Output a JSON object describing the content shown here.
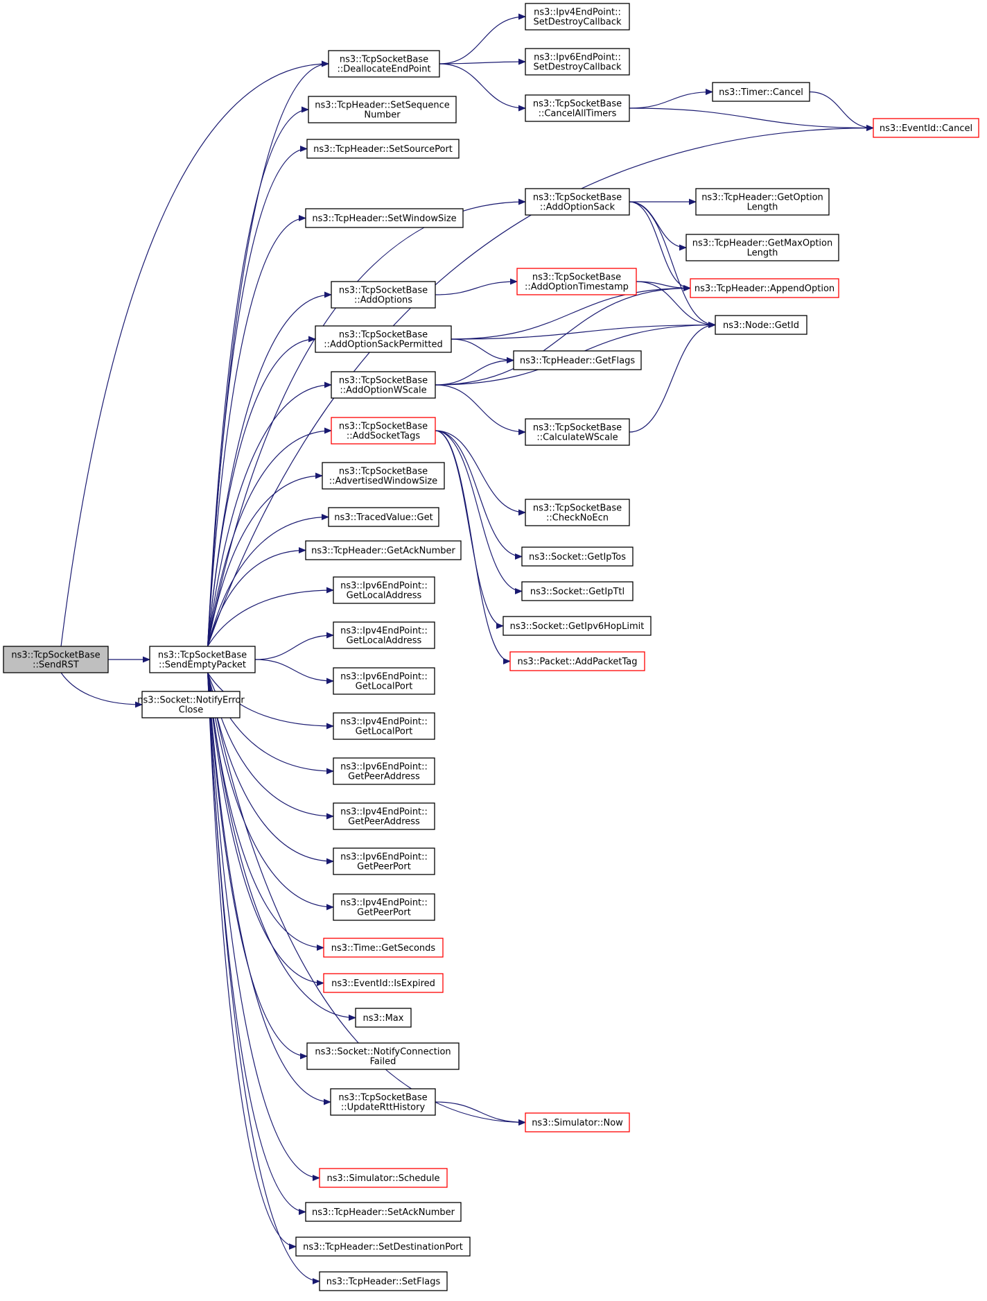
{
  "graph": {
    "nodes": {
      "send_rst": {
        "lines": [
          "ns3::TcpSocketBase",
          "::SendRST"
        ],
        "style": "root"
      },
      "send_empty_packet": {
        "lines": [
          "ns3::TcpSocketBase",
          "::SendEmptyPacket"
        ],
        "style": "normal"
      },
      "notify_error_close": {
        "lines": [
          "ns3::Socket::NotifyError",
          "Close"
        ],
        "style": "normal"
      },
      "deallocate_end_point": {
        "lines": [
          "ns3::TcpSocketBase",
          "::DeallocateEndPoint"
        ],
        "style": "normal"
      },
      "set_sequence_number": {
        "lines": [
          "ns3::TcpHeader::SetSequence",
          "Number"
        ],
        "style": "normal"
      },
      "set_source_port": {
        "lines": [
          "ns3::TcpHeader::SetSourcePort"
        ],
        "style": "normal"
      },
      "set_window_size": {
        "lines": [
          "ns3::TcpHeader::SetWindowSize"
        ],
        "style": "normal"
      },
      "add_options": {
        "lines": [
          "ns3::TcpSocketBase",
          "::AddOptions"
        ],
        "style": "normal"
      },
      "add_option_sack_permitted": {
        "lines": [
          "ns3::TcpSocketBase",
          "::AddOptionSackPermitted"
        ],
        "style": "normal"
      },
      "add_option_wscale": {
        "lines": [
          "ns3::TcpSocketBase",
          "::AddOptionWScale"
        ],
        "style": "normal"
      },
      "add_socket_tags": {
        "lines": [
          "ns3::TcpSocketBase",
          "::AddSocketTags"
        ],
        "style": "red"
      },
      "advertised_window_size": {
        "lines": [
          "ns3::TcpSocketBase",
          "::AdvertisedWindowSize"
        ],
        "style": "normal"
      },
      "traced_value_get": {
        "lines": [
          "ns3::TracedValue::Get"
        ],
        "style": "normal"
      },
      "get_ack_number": {
        "lines": [
          "ns3::TcpHeader::GetAckNumber"
        ],
        "style": "normal"
      },
      "ipv6_get_local_address": {
        "lines": [
          "ns3::Ipv6EndPoint::",
          "GetLocalAddress"
        ],
        "style": "normal"
      },
      "ipv4_get_local_address": {
        "lines": [
          "ns3::Ipv4EndPoint::",
          "GetLocalAddress"
        ],
        "style": "normal"
      },
      "ipv6_get_local_port": {
        "lines": [
          "ns3::Ipv6EndPoint::",
          "GetLocalPort"
        ],
        "style": "normal"
      },
      "ipv4_get_local_port": {
        "lines": [
          "ns3::Ipv4EndPoint::",
          "GetLocalPort"
        ],
        "style": "normal"
      },
      "ipv6_get_peer_address": {
        "lines": [
          "ns3::Ipv6EndPoint::",
          "GetPeerAddress"
        ],
        "style": "normal"
      },
      "ipv4_get_peer_address": {
        "lines": [
          "ns3::Ipv4EndPoint::",
          "GetPeerAddress"
        ],
        "style": "normal"
      },
      "ipv6_get_peer_port": {
        "lines": [
          "ns3::Ipv6EndPoint::",
          "GetPeerPort"
        ],
        "style": "normal"
      },
      "ipv4_get_peer_port": {
        "lines": [
          "ns3::Ipv4EndPoint::",
          "GetPeerPort"
        ],
        "style": "normal"
      },
      "time_get_seconds": {
        "lines": [
          "ns3::Time::GetSeconds"
        ],
        "style": "red"
      },
      "event_is_expired": {
        "lines": [
          "ns3::EventId::IsExpired"
        ],
        "style": "red"
      },
      "max": {
        "lines": [
          "ns3::Max"
        ],
        "style": "normal"
      },
      "notify_connection_failed": {
        "lines": [
          "ns3::Socket::NotifyConnection",
          "Failed"
        ],
        "style": "normal"
      },
      "update_rtt_history": {
        "lines": [
          "ns3::TcpSocketBase",
          "::UpdateRttHistory"
        ],
        "style": "normal"
      },
      "simulator_schedule": {
        "lines": [
          "ns3::Simulator::Schedule"
        ],
        "style": "red"
      },
      "set_ack_number": {
        "lines": [
          "ns3::TcpHeader::SetAckNumber"
        ],
        "style": "normal"
      },
      "set_destination_port": {
        "lines": [
          "ns3::TcpHeader::SetDestinationPort"
        ],
        "style": "normal"
      },
      "set_flags": {
        "lines": [
          "ns3::TcpHeader::SetFlags"
        ],
        "style": "normal"
      },
      "ipv4_set_destroy_callback": {
        "lines": [
          "ns3::Ipv4EndPoint::",
          "SetDestroyCallback"
        ],
        "style": "normal"
      },
      "ipv6_set_destroy_callback": {
        "lines": [
          "ns3::Ipv6EndPoint::",
          "SetDestroyCallback"
        ],
        "style": "normal"
      },
      "cancel_all_timers": {
        "lines": [
          "ns3::TcpSocketBase",
          "::CancelAllTimers"
        ],
        "style": "normal"
      },
      "add_option_sack": {
        "lines": [
          "ns3::TcpSocketBase",
          "::AddOptionSack"
        ],
        "style": "normal"
      },
      "add_option_timestamp": {
        "lines": [
          "ns3::TcpSocketBase",
          "::AddOptionTimestamp"
        ],
        "style": "red"
      },
      "get_flags": {
        "lines": [
          "ns3::TcpHeader::GetFlags"
        ],
        "style": "normal"
      },
      "calculate_wscale": {
        "lines": [
          "ns3::TcpSocketBase",
          "::CalculateWScale"
        ],
        "style": "normal"
      },
      "check_no_ecn": {
        "lines": [
          "ns3::TcpSocketBase",
          "::CheckNoEcn"
        ],
        "style": "normal"
      },
      "get_ip_tos": {
        "lines": [
          "ns3::Socket::GetIpTos"
        ],
        "style": "normal"
      },
      "get_ip_ttl": {
        "lines": [
          "ns3::Socket::GetIpTtl"
        ],
        "style": "normal"
      },
      "get_ipv6_hop_limit": {
        "lines": [
          "ns3::Socket::GetIpv6HopLimit"
        ],
        "style": "normal"
      },
      "add_packet_tag": {
        "lines": [
          "ns3::Packet::AddPacketTag"
        ],
        "style": "red"
      },
      "simulator_now": {
        "lines": [
          "ns3::Simulator::Now"
        ],
        "style": "red"
      },
      "timer_cancel": {
        "lines": [
          "ns3::Timer::Cancel"
        ],
        "style": "normal"
      },
      "event_cancel": {
        "lines": [
          "ns3::EventId::Cancel"
        ],
        "style": "red"
      },
      "get_option_length": {
        "lines": [
          "ns3::TcpHeader::GetOption",
          "Length"
        ],
        "style": "normal"
      },
      "get_max_option_length": {
        "lines": [
          "ns3::TcpHeader::GetMaxOption",
          "Length"
        ],
        "style": "normal"
      },
      "append_option": {
        "lines": [
          "ns3::TcpHeader::AppendOption"
        ],
        "style": "red"
      },
      "node_get_id": {
        "lines": [
          "ns3::Node::GetId"
        ],
        "style": "normal"
      }
    },
    "edges": [
      [
        "send_rst",
        "send_empty_packet"
      ],
      [
        "send_rst",
        "notify_error_close"
      ],
      [
        "send_rst",
        "deallocate_end_point"
      ],
      [
        "send_empty_packet",
        "deallocate_end_point"
      ],
      [
        "send_empty_packet",
        "set_sequence_number"
      ],
      [
        "send_empty_packet",
        "set_source_port"
      ],
      [
        "send_empty_packet",
        "event_cancel"
      ],
      [
        "send_empty_packet",
        "set_window_size"
      ],
      [
        "send_empty_packet",
        "add_option_sack"
      ],
      [
        "send_empty_packet",
        "add_options"
      ],
      [
        "send_empty_packet",
        "add_option_sack_permitted"
      ],
      [
        "send_empty_packet",
        "add_option_wscale"
      ],
      [
        "send_empty_packet",
        "add_socket_tags"
      ],
      [
        "send_empty_packet",
        "advertised_window_size"
      ],
      [
        "send_empty_packet",
        "traced_value_get"
      ],
      [
        "send_empty_packet",
        "get_ack_number"
      ],
      [
        "send_empty_packet",
        "ipv6_get_local_address"
      ],
      [
        "send_empty_packet",
        "ipv4_get_local_address"
      ],
      [
        "send_empty_packet",
        "ipv6_get_local_port"
      ],
      [
        "send_empty_packet",
        "ipv4_get_local_port"
      ],
      [
        "send_empty_packet",
        "ipv6_get_peer_address"
      ],
      [
        "send_empty_packet",
        "ipv4_get_peer_address"
      ],
      [
        "send_empty_packet",
        "ipv6_get_peer_port"
      ],
      [
        "send_empty_packet",
        "ipv4_get_peer_port"
      ],
      [
        "send_empty_packet",
        "time_get_seconds"
      ],
      [
        "send_empty_packet",
        "event_is_expired"
      ],
      [
        "send_empty_packet",
        "max"
      ],
      [
        "send_empty_packet",
        "notify_connection_failed"
      ],
      [
        "send_empty_packet",
        "update_rtt_history"
      ],
      [
        "send_empty_packet",
        "simulator_now"
      ],
      [
        "send_empty_packet",
        "simulator_schedule"
      ],
      [
        "send_empty_packet",
        "set_ack_number"
      ],
      [
        "send_empty_packet",
        "set_destination_port"
      ],
      [
        "send_empty_packet",
        "set_flags"
      ],
      [
        "deallocate_end_point",
        "ipv4_set_destroy_callback"
      ],
      [
        "deallocate_end_point",
        "ipv6_set_destroy_callback"
      ],
      [
        "deallocate_end_point",
        "cancel_all_timers"
      ],
      [
        "cancel_all_timers",
        "timer_cancel"
      ],
      [
        "cancel_all_timers",
        "event_cancel"
      ],
      [
        "timer_cancel",
        "event_cancel"
      ],
      [
        "add_option_sack",
        "get_option_length"
      ],
      [
        "add_option_sack",
        "get_max_option_length"
      ],
      [
        "add_option_sack",
        "append_option"
      ],
      [
        "add_option_sack",
        "node_get_id"
      ],
      [
        "add_options",
        "add_option_timestamp"
      ],
      [
        "add_option_timestamp",
        "append_option"
      ],
      [
        "add_option_timestamp",
        "node_get_id"
      ],
      [
        "add_option_sack_permitted",
        "append_option"
      ],
      [
        "add_option_sack_permitted",
        "node_get_id"
      ],
      [
        "add_option_sack_permitted",
        "get_flags"
      ],
      [
        "add_option_wscale",
        "get_flags"
      ],
      [
        "add_option_wscale",
        "append_option"
      ],
      [
        "add_option_wscale",
        "calculate_wscale"
      ],
      [
        "add_option_wscale",
        "node_get_id"
      ],
      [
        "calculate_wscale",
        "node_get_id"
      ],
      [
        "add_socket_tags",
        "check_no_ecn"
      ],
      [
        "add_socket_tags",
        "get_ip_tos"
      ],
      [
        "add_socket_tags",
        "get_ip_ttl"
      ],
      [
        "add_socket_tags",
        "get_ipv6_hop_limit"
      ],
      [
        "add_socket_tags",
        "add_packet_tag"
      ],
      [
        "update_rtt_history",
        "simulator_now"
      ]
    ],
    "colors": {
      "edge": "#191970",
      "node_border": "#000000",
      "highlight_border": "#ff0000",
      "root_fill": "#bfbfbf",
      "node_fill": "#ffffff"
    }
  }
}
